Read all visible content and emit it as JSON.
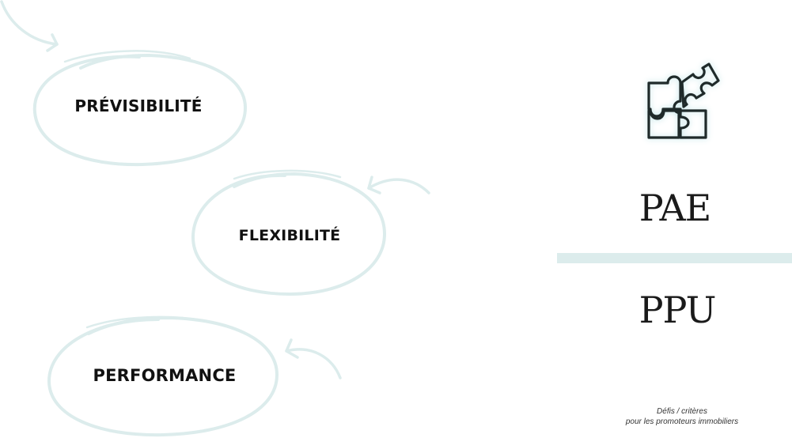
{
  "cycle": {
    "items": [
      {
        "label": "PRÉVISIBILITÉ"
      },
      {
        "label": "FLEXIBILITÉ"
      },
      {
        "label": "PERFORMANCE"
      }
    ],
    "stroke_color": "#dcecec"
  },
  "right_panel": {
    "icon": "puzzle-icon",
    "acronym_top": "PAE",
    "acronym_bottom": "PPU",
    "divider_color": "#dcecec"
  },
  "caption": {
    "line1": "Défis / critères",
    "line2": "pour les promoteurs immobiliers"
  }
}
